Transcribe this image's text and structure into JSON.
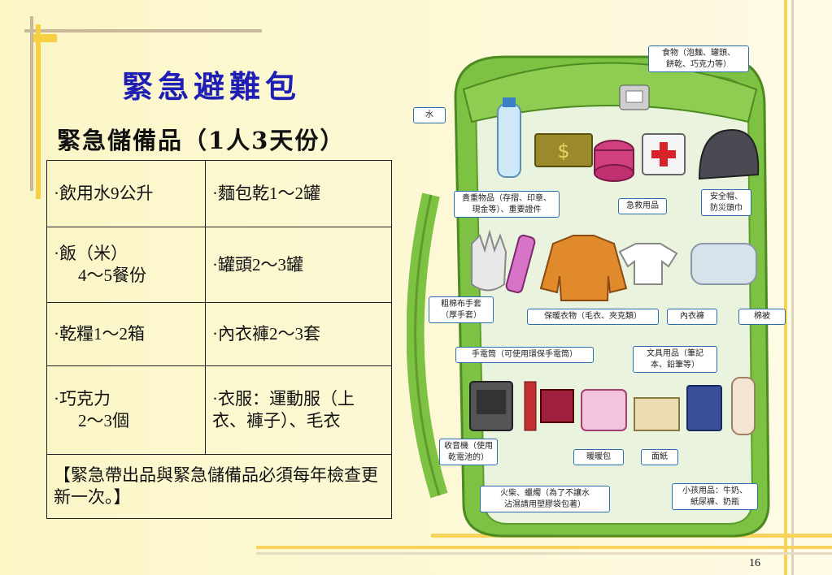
{
  "slide": {
    "title": "緊急避難包",
    "subtitle": "緊急儲備品（1人3天份）",
    "page_number": "16"
  },
  "table": {
    "rows": [
      [
        "·飲用水9公升",
        "·麵包乾1～2罐"
      ],
      [
        "·飯（米）",
        "4～5餐份",
        "·罐頭2～3罐"
      ],
      [
        "·乾糧1～2箱",
        "·內衣褲2～3套"
      ],
      [
        "·巧克力",
        "2～3個",
        "·衣服：運動服（上衣、褲子）、毛衣"
      ]
    ],
    "note": "【緊急帶出品與緊急儲備品必須每年檢查更新一次。】"
  },
  "illustration": {
    "labels": {
      "food": "食物（泡麵、罐頭、\n餅乾、巧克力等）",
      "water": "水",
      "valuables": "貴重物品（存摺、印章、\n現金等）、重要證件",
      "first_aid": "急救用品",
      "helmet": "安全帽、\n防災頭巾",
      "gloves": "粗棉布手套\n（厚手套）",
      "warm_clothes": "保暖衣物（毛衣、夾克類）",
      "underwear": "內衣褲",
      "blanket": "棉被",
      "flashlight": "手電筒（可使用環保手電筒）",
      "stationery": "文具用品（筆記\n本、鉛筆等）",
      "radio": "收音機（使用\n乾電池的）",
      "heat_pack": "暖暖包",
      "tissue": "面紙",
      "matches": "火柴、蠟燭（為了不讓水\n沾濕請用塑膠袋包著）",
      "baby": "小孩用品：牛奶、\n紙尿褲、奶瓶"
    }
  },
  "colors": {
    "title": "#1f1fb4",
    "bag_green": "#7ec243",
    "bag_inner": "#e9f3de",
    "tag_border": "#2a6fb0",
    "deco_gold": "#f6cf43"
  }
}
